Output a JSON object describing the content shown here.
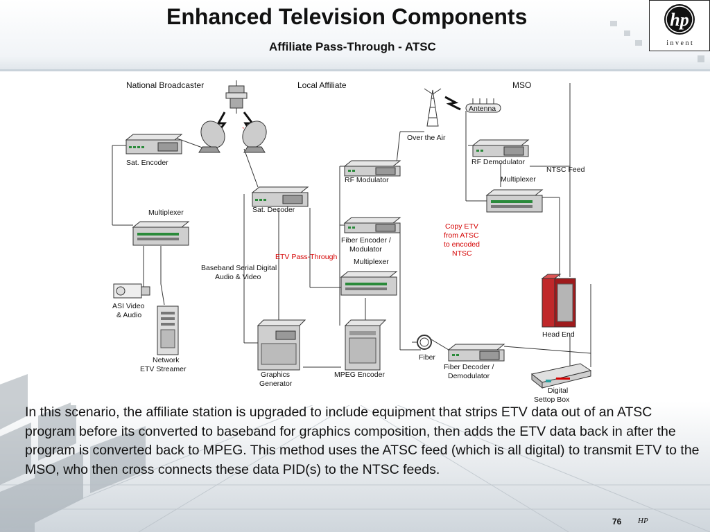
{
  "slide": {
    "title": "Enhanced Television Components",
    "subtitle": "Affiliate Pass-Through - ATSC",
    "logo": {
      "mark": "hp",
      "tagline": "i n v e n t"
    },
    "body": "In this scenario, the affiliate station is upgraded to include equipment that strips ETV data out of an ATSC program before its converted to baseband for graphics composition, then adds the ETV data back in after the program is converted back to MPEG. This method uses the ATSC feed (which is all digital) to transmit ETV to the MSO, who then cross connects these data PID(s) to the NTSC feeds.",
    "page_number": "76",
    "footer_brand": "HP"
  },
  "diagram": {
    "section_headers": {
      "national": "National Broadcaster",
      "local": "Local Affiliate",
      "mso": "MSO"
    },
    "labels": {
      "sat_encoder": "Sat. Encoder",
      "multiplexer_national": "Multiplexer",
      "asi_video_1": "ASI Video",
      "asi_video_2": "& Audio",
      "network_etv_1": "Network",
      "network_etv_2": "ETV Streamer",
      "sat_decoder": "Sat. Decoder",
      "baseband_1": "Baseband Serial Digital",
      "baseband_2": "Audio & Video",
      "etv_passthrough": "ETV Pass-Through",
      "graphics_1": "Graphics",
      "graphics_2": "Generator",
      "rf_modulator": "RF Modulator",
      "fiber_encoder_1": "Fiber Encoder /",
      "fiber_encoder_2": "Modulator",
      "multiplexer_local": "Multiplexer",
      "mpeg_encoder": "MPEG Encoder",
      "over_the_air": "Over the Air",
      "fiber": "Fiber",
      "antenna": "Antenna",
      "rf_demodulator": "RF Demodulator",
      "ntsc_feed": "NTSC Feed",
      "multiplexer_mso": "Multiplexer",
      "copy_etv_1": "Copy ETV",
      "copy_etv_2": "from ATSC",
      "copy_etv_3": "to encoded",
      "copy_etv_4": "NTSC",
      "head_end": "Head End",
      "fiber_decoder_1": "Fiber Decoder /",
      "fiber_decoder_2": "Demodulator",
      "settop_1": "Digital",
      "settop_2": "Settop Box"
    },
    "colors": {
      "annotation_red": "#d40000",
      "device_gray": "#c8c8c8",
      "device_green": "#2a8a3a",
      "head_end_red": "#c0282a"
    }
  }
}
